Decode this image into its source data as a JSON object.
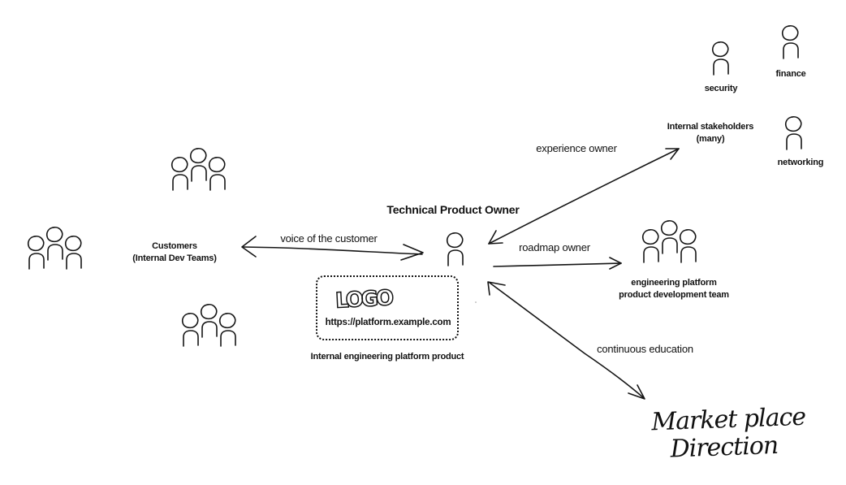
{
  "diagram": {
    "center": {
      "title": "Technical Product Owner",
      "icon": "person-icon"
    },
    "customers": {
      "label_line1": "Customers",
      "label_line2": "(Internal Dev Teams)",
      "icon": "people-group-icon",
      "group_count": 3
    },
    "product": {
      "logo_text": "LOGO",
      "url": "https://platform.example.com",
      "caption": "Internal engineering platform product"
    },
    "stakeholders": {
      "label_line1": "Internal stakeholders",
      "label_line2": "(many)",
      "members": [
        {
          "label": "security",
          "icon": "person-icon"
        },
        {
          "label": "finance",
          "icon": "person-icon"
        },
        {
          "label": "networking",
          "icon": "person-icon"
        }
      ]
    },
    "dev_team": {
      "label_line1": "engineering platform",
      "label_line2": "product development team",
      "icon": "people-group-icon"
    },
    "marketplace": {
      "line1": "Market place",
      "line2": "Direction"
    },
    "edges": [
      {
        "label": "voice of the customer",
        "from": "Customers",
        "to": "Technical Product Owner",
        "direction": "both"
      },
      {
        "label": "experience owner",
        "from": "Technical Product Owner",
        "to": "Internal stakeholders",
        "direction": "both"
      },
      {
        "label": "roadmap owner",
        "from": "Technical Product Owner",
        "to": "engineering platform product development team",
        "direction": "forward"
      },
      {
        "label": "continuous education",
        "from": "Technical Product Owner",
        "to": "Market place Direction",
        "direction": "both"
      }
    ]
  }
}
